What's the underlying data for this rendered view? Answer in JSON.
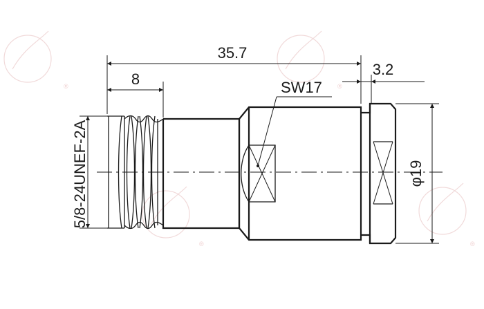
{
  "dimensions": {
    "overall_length": "35.7",
    "thread_depth": "8",
    "nut_width": "3.2",
    "wrench_size": "SW17",
    "nut_diameter": "φ19",
    "thread_spec": "5/8-24UNEF-2A"
  },
  "watermark": {
    "mark": "®"
  }
}
